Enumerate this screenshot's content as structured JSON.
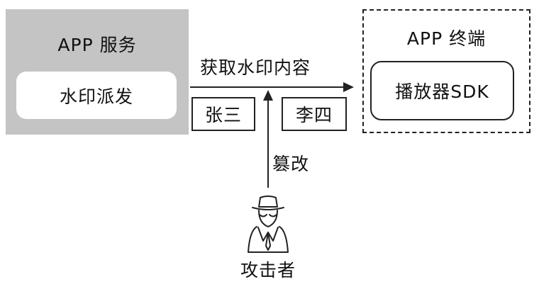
{
  "service": {
    "title": "APP 服务",
    "dispatch_label": "水印派发"
  },
  "client": {
    "title": "APP 终端",
    "sdk_label": "播放器SDK"
  },
  "flow": {
    "fetch_label": "获取水印内容",
    "names": [
      "张三",
      "李四"
    ]
  },
  "attack": {
    "tamper_label": "篡改",
    "attacker_label": "攻击者",
    "icon": "spy-icon"
  },
  "colors": {
    "service_fill": "#c4c4c4",
    "stroke": "#222222"
  }
}
